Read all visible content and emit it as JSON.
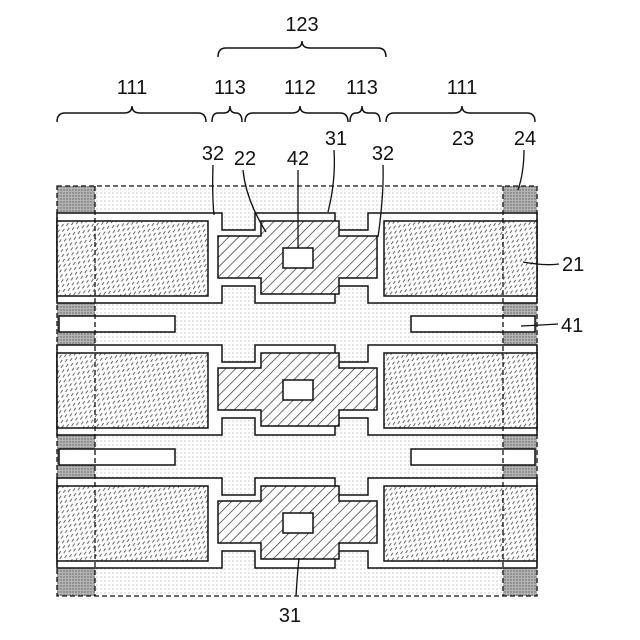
{
  "labels": {
    "group_123": "123",
    "region_111_left": "111",
    "region_113_left": "113",
    "region_112": "112",
    "region_113_right": "113",
    "region_111_right": "111",
    "ref_32_left": "32",
    "ref_22": "22",
    "ref_42": "42",
    "ref_31_top": "31",
    "ref_32_right": "32",
    "ref_23": "23",
    "ref_24": "24",
    "ref_21": "21",
    "ref_41": "41",
    "ref_31_bottom": "31"
  }
}
